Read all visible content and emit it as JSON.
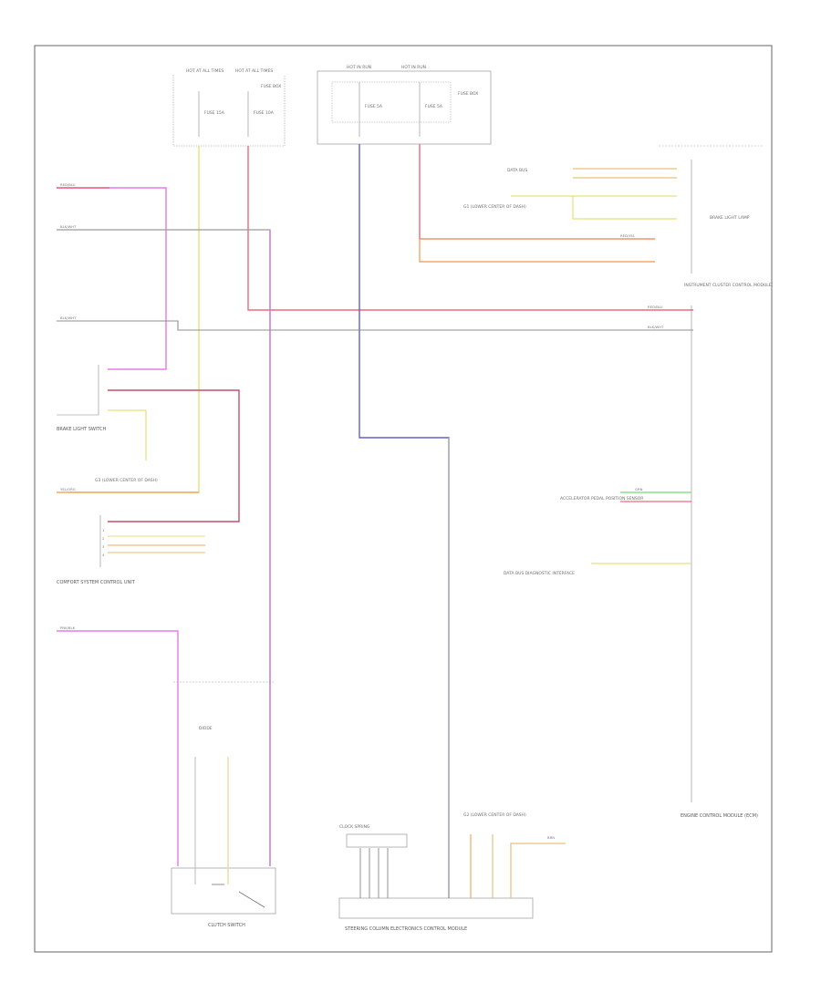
{
  "footer": {
    "code": ""
  },
  "fuse_box_left": {
    "terminals": [
      "HOT AT ALL TIMES",
      "HOT AT ALL TIMES"
    ],
    "fuses": [
      "FUSE 15A",
      "FUSE 10A"
    ],
    "label": "FUSE BOX"
  },
  "fuse_box_center": {
    "terminals": [
      "HOT IN RUN",
      "HOT IN RUN"
    ],
    "fuses": [
      "FUSE 5A",
      "FUSE 5A"
    ],
    "label": "FUSE BOX"
  },
  "left_circuits": [
    {
      "wire": "RED/BLU"
    },
    {
      "wire": "BLK/WHT"
    },
    {
      "wire": "BLK/WHT"
    },
    {
      "wire": "YEL/ORG"
    },
    {
      "wire": "PNK/BLK"
    }
  ],
  "left_components": {
    "pedal_switch": "BRAKE LIGHT SWITCH",
    "ground_label": "G3 (LOWER CENTER OF DASH)",
    "control_unit": "COMFORT SYSTEM CONTROL UNIT",
    "connector_pins": [
      "1",
      "2",
      "3",
      "4"
    ]
  },
  "bottom_components": {
    "switch_label": "CLUTCH SWITCH",
    "diode_label": "DIODE",
    "module_label": "STEERING COLUMN ELECTRONICS CONTROL MODULE",
    "connector_label": "CLOCK SPRING",
    "ground_label": "G2 (LOWER CENTER OF DASH)"
  },
  "right_components": {
    "top_label": "INSTRUMENT CLUSTER CONTROL MODULE",
    "lamp_label": "BRAKE LIGHT LAMP",
    "ground_label": "G1 (LOWER CENTER OF DASH)",
    "data_bus_label": "DATA BUS",
    "connector_label": "ENGINE CONTROL MODULE (ECM)",
    "sensor_label": "ACCELERATOR PEDAL POSITION SENSOR",
    "gateway_label": "DATA BUS DIAGNOSTIC INTERFACE"
  },
  "wire_labels": {
    "red_top": "RED/BLU",
    "blk_wht": "BLK/WHT",
    "brn": "BRN",
    "red_ylw": "RED/YEL",
    "grn": "GRN"
  },
  "colors": {
    "red": "#ee5a6e",
    "pink": "#e070e0",
    "yellow": "#e6e07a",
    "blue": "#5656c8",
    "orange": "#f0a060",
    "grey": "#8a8a8a",
    "green": "#70dc70",
    "frame": "#555555"
  }
}
